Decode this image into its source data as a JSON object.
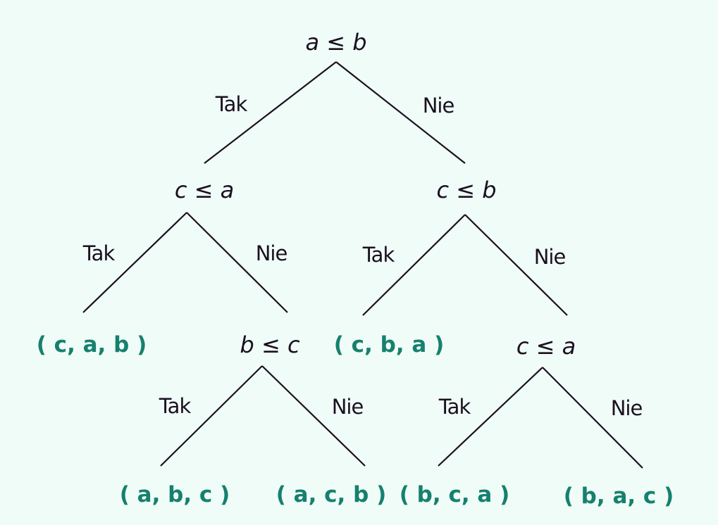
{
  "nodes": {
    "root": "a ≤ b",
    "left": "c ≤ a",
    "right": "c ≤ b",
    "left_no": "b ≤ c",
    "right_no": "c ≤ a"
  },
  "edges": {
    "root_yes": "Tak",
    "root_no": "Nie",
    "left_yes": "Tak",
    "left_no": "Nie",
    "right_yes": "Tak",
    "right_no": "Nie",
    "left_no_yes": "Tak",
    "left_no_no": "Nie",
    "right_no_yes": "Tak",
    "right_no_no": "Nie"
  },
  "leaves": {
    "cab": "( c, a, b )",
    "cba": "( c, b, a )",
    "abc": "( a, b, c )",
    "acb": "( a, c, b )",
    "bca": "( b, c, a )",
    "bac": "( b, a, c )"
  },
  "colors": {
    "leaf": "#16806e",
    "line": "#1b1020",
    "background": "#effcf7"
  }
}
